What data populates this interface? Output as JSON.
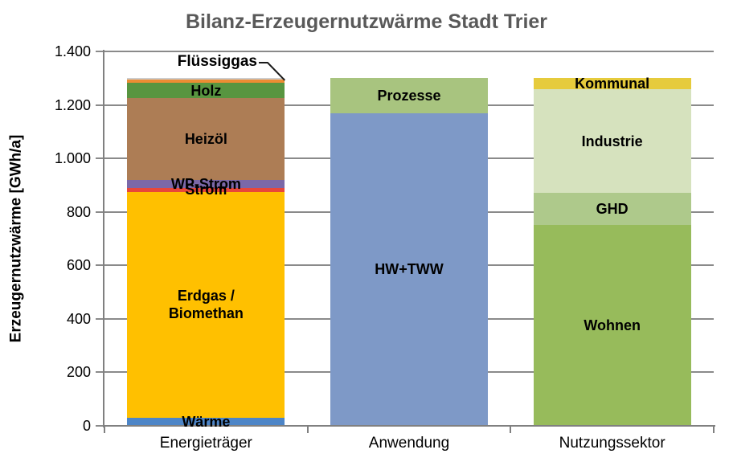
{
  "chart_data": {
    "type": "bar",
    "subtype": "stacked-column",
    "title": "Bilanz-Erzeugernutzwärme Stadt Trier",
    "ylabel": "Erzeugernutzwärme [GWh/a]",
    "ylim": [
      0,
      1400
    ],
    "ytick_step": 200,
    "ytick_labels": [
      "0",
      "200",
      "400",
      "600",
      "800",
      "1.000",
      "1.200",
      "1.400"
    ],
    "grid": true,
    "legend_position": "none (segments labeled inline)",
    "categories": [
      "Energieträger",
      "Anwendung",
      "Nutzungssektor"
    ],
    "bars": [
      {
        "category": "Energieträger",
        "total": 1300,
        "segments": [
          {
            "label": "Wärme",
            "value": 30,
            "color": "#4D85C7"
          },
          {
            "label": "Erdgas / Biomethan",
            "label_lines": [
              "Erdgas /",
              "Biomethan"
            ],
            "value": 845,
            "color": "#FFC000"
          },
          {
            "label": "Strom",
            "value": 15,
            "color": "#E8473A"
          },
          {
            "label": "WP-Strom",
            "value": 30,
            "color": "#7B68A8"
          },
          {
            "label": "Heizöl",
            "value": 305,
            "color": "#AD7D55"
          },
          {
            "label": "Holz",
            "value": 58,
            "color": "#589540"
          },
          {
            "label": "Flüssiggas",
            "value": 12,
            "color": "#EC8D33",
            "label_placement": "callout"
          },
          {
            "label": "",
            "value": 5,
            "color": "#CDCDCD"
          }
        ]
      },
      {
        "category": "Anwendung",
        "total": 1300,
        "segments": [
          {
            "label": "HW+TWW",
            "value": 1170,
            "color": "#7E99C7"
          },
          {
            "label": "Prozesse",
            "value": 130,
            "color": "#A8C47F"
          }
        ]
      },
      {
        "category": "Nutzungssektor",
        "total": 1300,
        "segments": [
          {
            "label": "Wohnen",
            "value": 750,
            "color": "#97BB5B"
          },
          {
            "label": "GHD",
            "value": 120,
            "color": "#AEC98B"
          },
          {
            "label": "Industrie",
            "value": 390,
            "color": "#D6E2BE"
          },
          {
            "label": "Kommunal",
            "value": 40,
            "color": "#E6CB3C"
          }
        ]
      }
    ]
  }
}
